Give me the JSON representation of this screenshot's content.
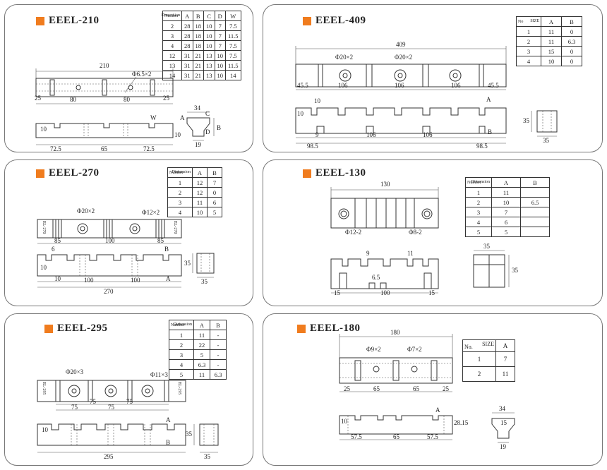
{
  "panels": {
    "p210": {
      "title": "EEEL-210",
      "table": {
        "h1": "Dimension",
        "h2": "Number",
        "cols": [
          "A",
          "B",
          "C",
          "D",
          "W"
        ],
        "rows": [
          [
            "2",
            "28",
            "18",
            "10",
            "7",
            "7.5"
          ],
          [
            "3",
            "28",
            "18",
            "10",
            "7",
            "11.5"
          ],
          [
            "4",
            "28",
            "18",
            "10",
            "7",
            "7.5"
          ],
          [
            "12",
            "31",
            "21",
            "13",
            "10",
            "7.5"
          ],
          [
            "13",
            "31",
            "21",
            "13",
            "10",
            "11.5"
          ],
          [
            "14",
            "31",
            "21",
            "13",
            "10",
            "14"
          ]
        ]
      },
      "dims": {
        "total": "210",
        "hole": "Φ6.5×2",
        "d25a": "25",
        "d80a": "80",
        "d80b": "80",
        "d25b": "25",
        "d10": "10",
        "w": "W",
        "d725a": "72.5",
        "d65": "65",
        "d725b": "72.5",
        "d10b": "10",
        "d34": "34",
        "d19": "19",
        "b": "B",
        "a": "A",
        "c": "C",
        "d": "D"
      }
    },
    "p409": {
      "title": "EEEL-409",
      "table": {
        "h1": "SIZE",
        "h2": "No",
        "cols": [
          "A",
          "B"
        ],
        "rows": [
          [
            "1",
            "11",
            "0"
          ],
          [
            "2",
            "11",
            "6.3"
          ],
          [
            "3",
            "15",
            "0"
          ],
          [
            "4",
            "10",
            "0"
          ]
        ]
      },
      "dims": {
        "total": "409",
        "holeA": "Φ20×2",
        "holeB": "Φ20×2",
        "d455a": "45.5",
        "d106a": "106",
        "d106b": "106",
        "d106c": "106",
        "d455b": "45.5",
        "d10": "10",
        "d10b": "10",
        "a": "A",
        "b": "B",
        "d9": "9",
        "d106d": "106",
        "d106e": "106",
        "d985a": "98.5",
        "d985b": "98.5",
        "d35": "35",
        "d35b": "35"
      }
    },
    "p270": {
      "title": "EEEL-270",
      "table": {
        "h1": "Dimension",
        "h2": "Number",
        "cols": [
          "A",
          "B"
        ],
        "rows": [
          [
            "1",
            "12",
            "7"
          ],
          [
            "2",
            "12",
            "0"
          ],
          [
            "3",
            "11",
            "6"
          ],
          [
            "4",
            "10",
            "5"
          ]
        ]
      },
      "dims": {
        "hole1": "Φ20×2",
        "hole2": "Φ12×2",
        "d85a": "85",
        "d100": "100",
        "d85b": "85",
        "d6": "6",
        "b": "B",
        "d10": "10",
        "a": "A",
        "d10b": "10",
        "d100b": "100",
        "d100c": "100",
        "total": "270",
        "d35": "35",
        "d35b": "35",
        "label1": "EL-270",
        "label2": "EL-270"
      }
    },
    "p130": {
      "title": "EEEL-130",
      "table": {
        "h1": "Dimension",
        "h2": "Number",
        "cols": [
          "A",
          "B"
        ],
        "rows": [
          [
            "1",
            "11",
            ""
          ],
          [
            "2",
            "10",
            "6.5"
          ],
          [
            "3",
            "7",
            ""
          ],
          [
            "4",
            "6",
            ""
          ],
          [
            "5",
            "5",
            ""
          ]
        ]
      },
      "dims": {
        "total": "130",
        "hole1": "Φ12-2",
        "hole2": "Φ8-2",
        "d9": "9",
        "d11": "11",
        "d65": "6.5",
        "d15a": "15",
        "d100": "100",
        "d15b": "15",
        "d35": "35",
        "d35b": "35"
      }
    },
    "p295": {
      "title": "EEEL-295",
      "table": {
        "h1": "Dimension",
        "h2": "Number",
        "cols": [
          "A",
          "B"
        ],
        "rows": [
          [
            "1",
            "11",
            "-"
          ],
          [
            "2",
            "22",
            "-"
          ],
          [
            "3",
            "5",
            "-"
          ],
          [
            "4",
            "6.3",
            "-"
          ],
          [
            "5",
            "11",
            "6.3"
          ]
        ]
      },
      "dims": {
        "hole1": "Φ20×3",
        "hole2": "Φ11×3",
        "d75a": "75",
        "d75b": "75",
        "d75c": "75",
        "d75d": "75",
        "a": "A",
        "b": "B",
        "d10": "10",
        "total": "295",
        "d35": "35",
        "d35b": "35",
        "label1": "EL-295",
        "label2": "EL-295"
      }
    },
    "p180": {
      "title": "EEEL-180",
      "table": {
        "h1": "SIZE",
        "h2": "No.",
        "cols": [
          "A"
        ],
        "rows": [
          [
            "1",
            "7"
          ],
          [
            "2",
            "11"
          ]
        ]
      },
      "dims": {
        "total": "180",
        "hole1": "Φ9×2",
        "hole2": "Φ7×2",
        "d25a": "25",
        "d65a": "65",
        "d65b": "65",
        "d25b": "25",
        "a": "A",
        "d10": "10",
        "d2815": "28.15",
        "d575a": "57.5",
        "d65c": "65",
        "d575b": "57.5",
        "d34": "34",
        "d15": "15",
        "d19": "19"
      }
    }
  }
}
